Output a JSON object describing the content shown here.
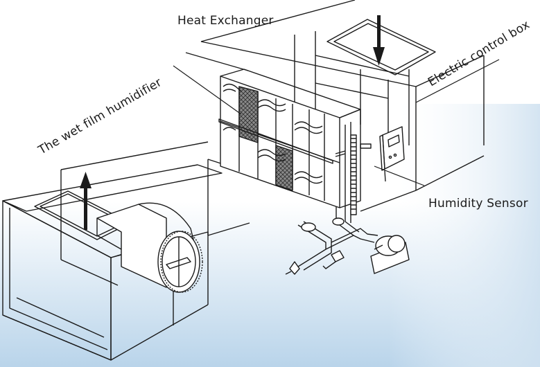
{
  "labels": {
    "heat_exchanger": "Heat Exchanger",
    "wet_film_humidifier": "The wet film humidifier",
    "electric_control_box": "Electric control box",
    "humidity_sensor": "Humidity Sensor"
  },
  "colors": {
    "line": "#1a1a1a",
    "background_top": "#ffffff",
    "background_bottom": "#b9d4ea",
    "media_fill": "#6a6a6a"
  },
  "icons": [
    "air-outlet-arrow-icon",
    "air-inlet-arrow-icon",
    "fan-icon",
    "pump-icon",
    "valve-icon"
  ]
}
